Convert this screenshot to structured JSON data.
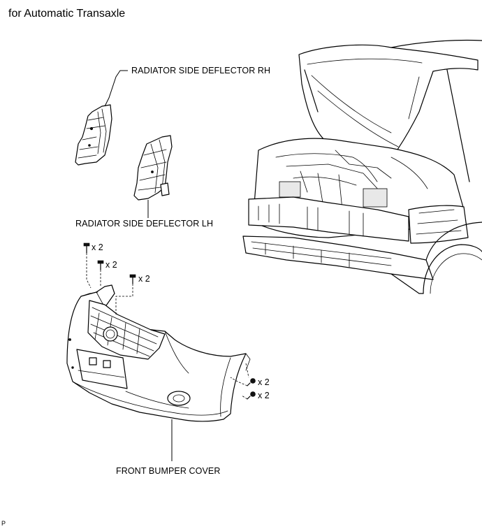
{
  "header": {
    "title": "for Automatic Transaxle"
  },
  "labels": {
    "deflector_rh": "RADIATOR SIDE DEFLECTOR RH",
    "deflector_lh": "RADIATOR SIDE DEFLECTOR LH",
    "bumper_cover": "FRONT BUMPER COVER"
  },
  "fastener_quantities": [
    "x 2",
    "x 2",
    "x 2",
    "x 2",
    "x 2"
  ],
  "footer": {
    "code": "P"
  }
}
